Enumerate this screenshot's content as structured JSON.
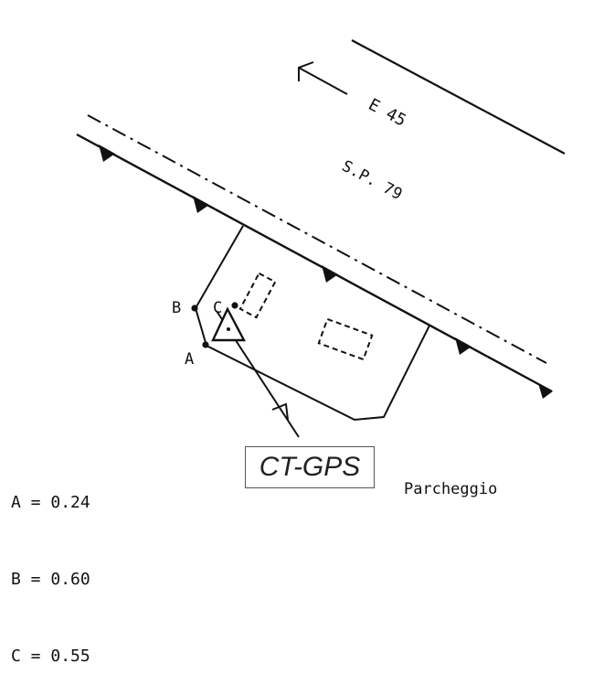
{
  "road": {
    "route_label": "E 45",
    "road_label": "S.P. 79"
  },
  "points": {
    "a_label": "A",
    "b_label": "B",
    "c_label": "C"
  },
  "legend": [
    {
      "name": "A",
      "value": "0.24"
    },
    {
      "name": "B",
      "value": "0.60"
    },
    {
      "name": "C",
      "value": "0.55"
    }
  ],
  "station_label": "CT-GPS",
  "place_label": "Parcheggio",
  "icons": [
    "direction-arrow-icon",
    "survey-triangle-icon",
    "north-arrow-icon"
  ]
}
